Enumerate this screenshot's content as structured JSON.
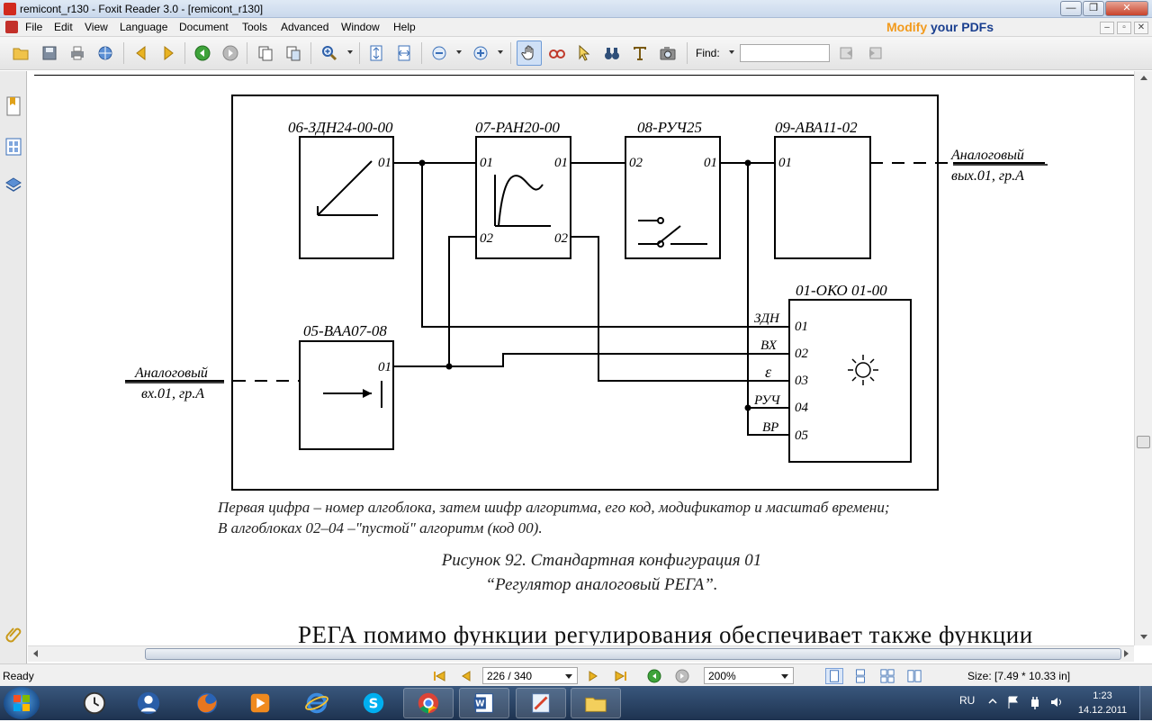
{
  "window": {
    "title": "remicont_r130 - Foxit Reader 3.0 - [remicont_r130]",
    "min_glyph": "—",
    "max_glyph": "❐",
    "close_glyph": "✕"
  },
  "menu": {
    "items": [
      "File",
      "Edit",
      "View",
      "Language",
      "Document",
      "Tools",
      "Advanced",
      "Window",
      "Help"
    ],
    "banner_part1": "Modify",
    "banner_part2": " your PDFs"
  },
  "toolbar": {
    "find_label": "Find:",
    "find_value": ""
  },
  "diagram": {
    "blocks": {
      "b06": "06-ЗДН24-00-00",
      "b07": "07-РАН20-00",
      "b08": "08-РУЧ25",
      "b09": "09-АВА11-02",
      "b01": "01-ОКО 01-00",
      "b05": "05-ВАА07-08"
    },
    "ports": {
      "p01": "01",
      "p02": "02",
      "p03": "03",
      "p04": "04",
      "p05": "05"
    },
    "inputs": {
      "zdn": "ЗДН",
      "vx": "ВХ",
      "eps": "ε",
      "ruch": "РУЧ",
      "vr": "ВР"
    },
    "output_label_1": "Аналоговый",
    "output_label_2": "вых.01, гр.А",
    "input_label_1": "Аналоговый",
    "input_label_2": "вх.01, гр.А"
  },
  "document": {
    "note_line_1": "Первая цифра – номер алгоблока, затем шифр алгоритма, его код, модификатор и масштаб времени;",
    "note_line_2": "В алгоблоках 02–04 –\"пустой\" алгоритм (код 00).",
    "figure_caption_1": "Рисунок 92. Стандартная конфигурация 01",
    "figure_caption_2": "“Регулятор аналоговый РЕГА”.",
    "body_text": "РЕГА помимо функции регулирования обеспечивает также функции"
  },
  "status": {
    "ready": "Ready",
    "page": "226 / 340",
    "zoom": "200%",
    "size": "Size: [7.49 * 10.33 in]"
  },
  "taskbar": {
    "lang": "RU",
    "time": "1:23",
    "date": "14.12.2011"
  }
}
